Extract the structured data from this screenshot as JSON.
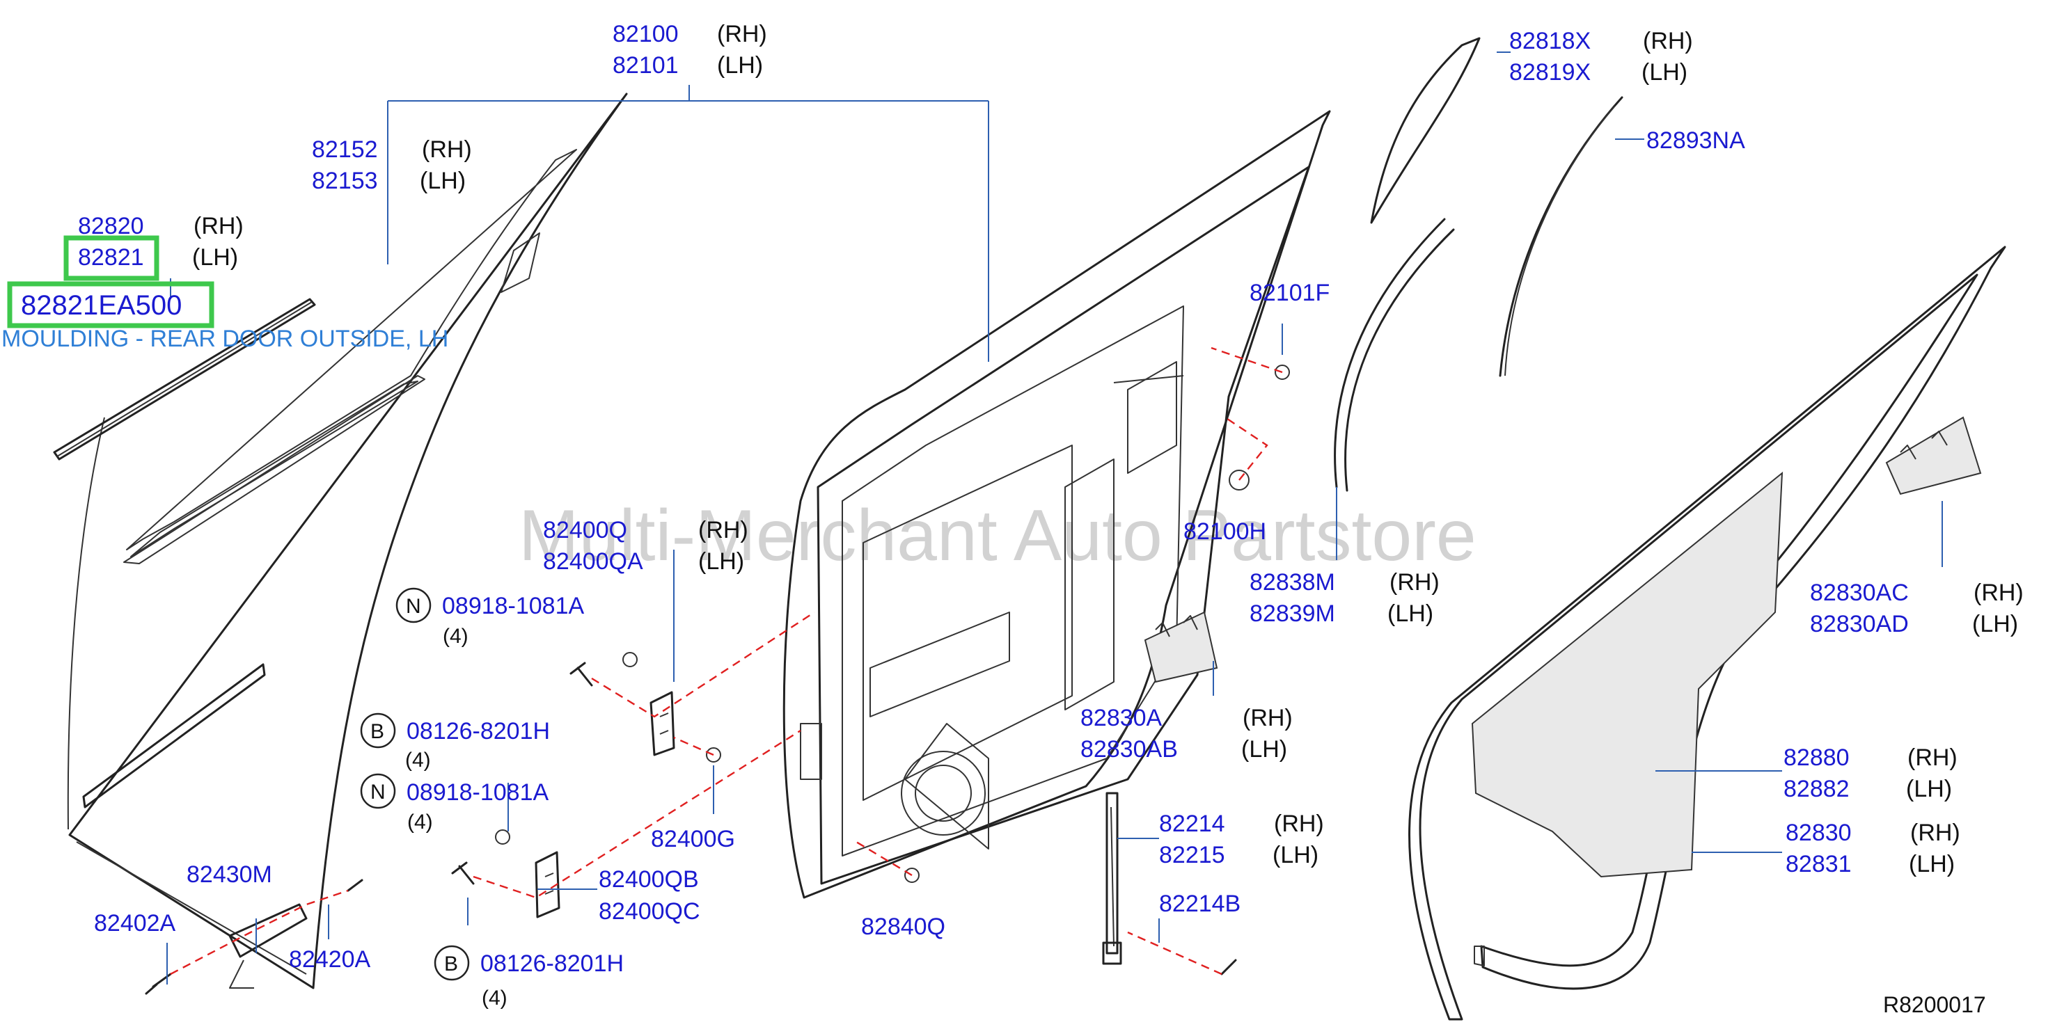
{
  "labels": {
    "door_panel": {
      "rh": "82100",
      "lh": "82101"
    },
    "door_panel_side": {
      "rh": "(RH)",
      "lh": "(LH)"
    },
    "sash_moulding": {
      "rh": "82152",
      "lh": "82153"
    },
    "outside_moulding": {
      "rh": "82820",
      "lh": "82821"
    },
    "selected_part": "82821EA500",
    "selected_description": "MOULDING - REAR DOOR OUTSIDE, LH",
    "hinge_upper": {
      "rh": "82400Q",
      "lh": "82400QA"
    },
    "bolt_n1": {
      "code": "08918-1081A",
      "qty": "(4)",
      "badge": "N"
    },
    "bolt_b1": {
      "code": "08126-8201H",
      "qty": "(4)",
      "badge": "B"
    },
    "bolt_n2": {
      "code": "08918-1081A",
      "qty": "(4)",
      "badge": "N"
    },
    "bolt_b2": {
      "code": "08126-8201H",
      "qty": "(4)",
      "badge": "B"
    },
    "hinge_lower": {
      "rh": "82400QB",
      "lh": "82400QC"
    },
    "hinge_pin": "82400G",
    "check_link": "82430M",
    "check_bolt": "82402A",
    "check_bolt2": "82420A",
    "plug": "82840Q",
    "cap": "82101F",
    "bumper": "82100H",
    "corner_trim": {
      "rh": "82818X",
      "lh": "82819X"
    },
    "weatherstrip_seal": "82893NA",
    "glass_run": {
      "rh": "82838M",
      "lh": "82839M"
    },
    "bracket_a": {
      "rh": "82830A",
      "lh": "82830AB"
    },
    "bracket_ac": {
      "rh": "82830AC",
      "lh": "82830AD"
    },
    "screen": {
      "rh": "82880",
      "lh": "82882"
    },
    "weatherstrip": {
      "rh": "82830",
      "lh": "82831"
    },
    "channel": {
      "rh": "82214",
      "lh": "82215"
    },
    "channel_b": "82214B",
    "rh": "(RH)",
    "lh": "(LH)",
    "reference": "R8200017",
    "watermark": "Multi-Merchant Auto Partstore"
  },
  "colors": {
    "part_number": "#1a1ad0",
    "description": "#2f7fd6",
    "highlight": "#3ec84c",
    "dashed_leader": "#e02020",
    "leader": "#2d5fb0"
  }
}
